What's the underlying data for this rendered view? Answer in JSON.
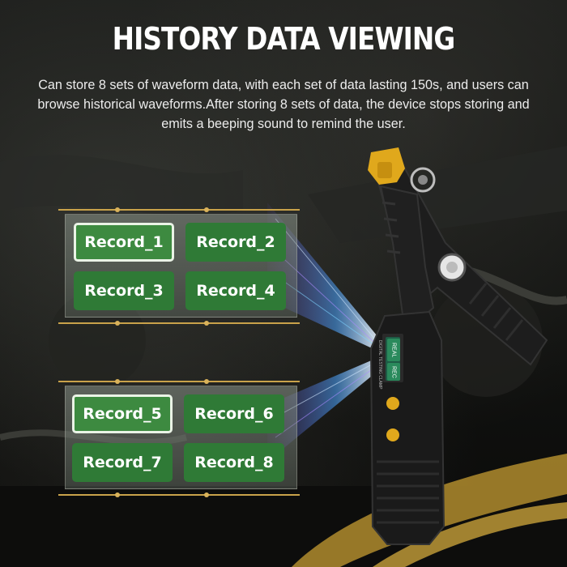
{
  "headline": "HISTORY DATA VIEWING",
  "description": "Can store 8 sets of waveform data, with each set of data lasting 150s, and users can browse historical waveforms.After storing 8 sets of data, the device stops storing and emits a beeping sound to remind the user.",
  "records_group_1": [
    "Record_1",
    "Record_2",
    "Record_3",
    "Record_4"
  ],
  "records_group_2": [
    "Record_5",
    "Record_6",
    "Record_7",
    "Record_8"
  ],
  "selected_records": [
    "Record_1",
    "Record_5"
  ],
  "device": {
    "button_real": "REAL",
    "button_rec": "REC",
    "side_label": "DIGITAL TESTING CLAMP"
  },
  "colors": {
    "record_button": "#2f7a36",
    "frame_accent": "#c9a24a",
    "clamp_body": "#1a1a1a",
    "jaw_tip": "#e0a81c"
  }
}
